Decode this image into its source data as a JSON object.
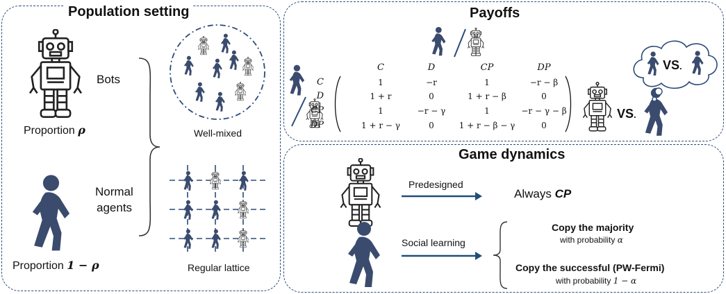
{
  "population": {
    "title": "Population setting",
    "bots_label": "Bots",
    "bots_proportion_text": "Proportion ",
    "bots_proportion_symbol": "ρ",
    "normal_label_line1": "Normal",
    "normal_label_line2": "agents",
    "normal_proportion_text": "Proportion ",
    "normal_proportion_symbol": "1 − ρ",
    "well_mixed_label": "Well-mixed",
    "lattice_label": "Regular lattice"
  },
  "payoffs": {
    "title": "Payoffs",
    "columns": [
      "C",
      "D",
      "CP",
      "DP"
    ],
    "rows": [
      "C",
      "D",
      "CP",
      "DP"
    ],
    "matrix": [
      [
        "1",
        "−r",
        "1",
        "−r − β"
      ],
      [
        "1 + r",
        "0",
        "1 + r − β",
        "0"
      ],
      [
        "1",
        "−r − γ",
        "1",
        "−r − γ − β"
      ],
      [
        "1 + r − γ",
        "0",
        "1 + r − β − γ",
        "0"
      ]
    ],
    "vs_label": "VS",
    "vs_dot": ".",
    "vs_thought_label": "VS",
    "vs_thought_dot": "."
  },
  "dynamics": {
    "title": "Game dynamics",
    "predesigned_label": "Predesigned",
    "always_prefix": "Always ",
    "always_strategy": "CP",
    "social_learning_label": "Social learning",
    "rule1_title": "Copy the majority",
    "rule1_prob_text": "with probability ",
    "rule1_prob_symbol": "α",
    "rule2_title": "Copy the successful (PW-Fermi)",
    "rule2_prob_text": "with probability ",
    "rule2_prob_symbol": "1 − α"
  },
  "colors": {
    "agent": "#3a4b6e",
    "border": "#2b4a78",
    "arrow": "#1f4e79",
    "bot_outline": "#222222"
  },
  "icons": {
    "agent": "walking-person-icon",
    "bot": "robot-icon",
    "cloud": "thought-cloud-icon"
  }
}
